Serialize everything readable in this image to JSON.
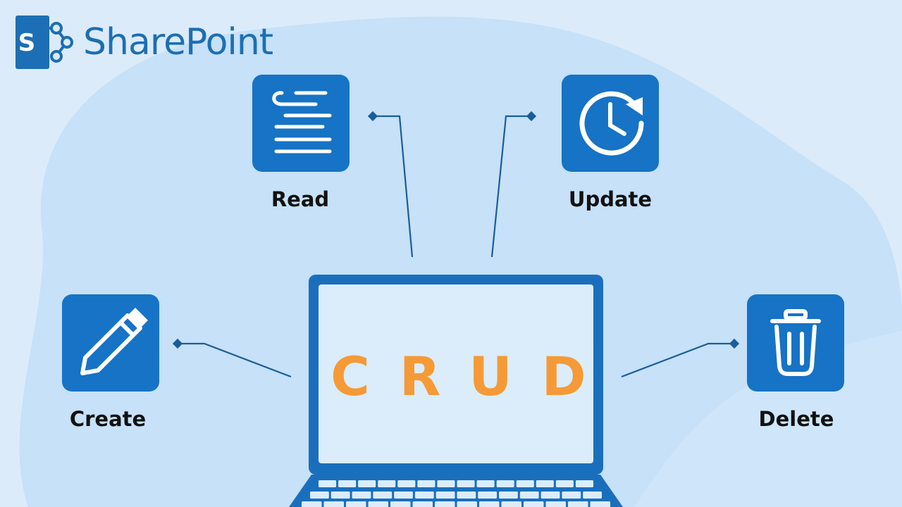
{
  "brand": {
    "name": "SharePoint",
    "logo_letter": "S",
    "color": "#1c6fb4"
  },
  "operations": [
    {
      "label": "Create",
      "icon": "pencil-icon"
    },
    {
      "label": "Read",
      "icon": "document-lines-icon"
    },
    {
      "label": "Update",
      "icon": "clock-refresh-icon"
    },
    {
      "label": "Delete",
      "icon": "trash-icon"
    }
  ],
  "center": {
    "letters": [
      "C",
      "R",
      "U",
      "D"
    ],
    "letter_color": "#f59a36",
    "device": "laptop-icon"
  },
  "colors": {
    "tile": "#1673c5",
    "line": "#1b5d99",
    "background": "#dcebfa",
    "blob": "#c6e1f8"
  }
}
